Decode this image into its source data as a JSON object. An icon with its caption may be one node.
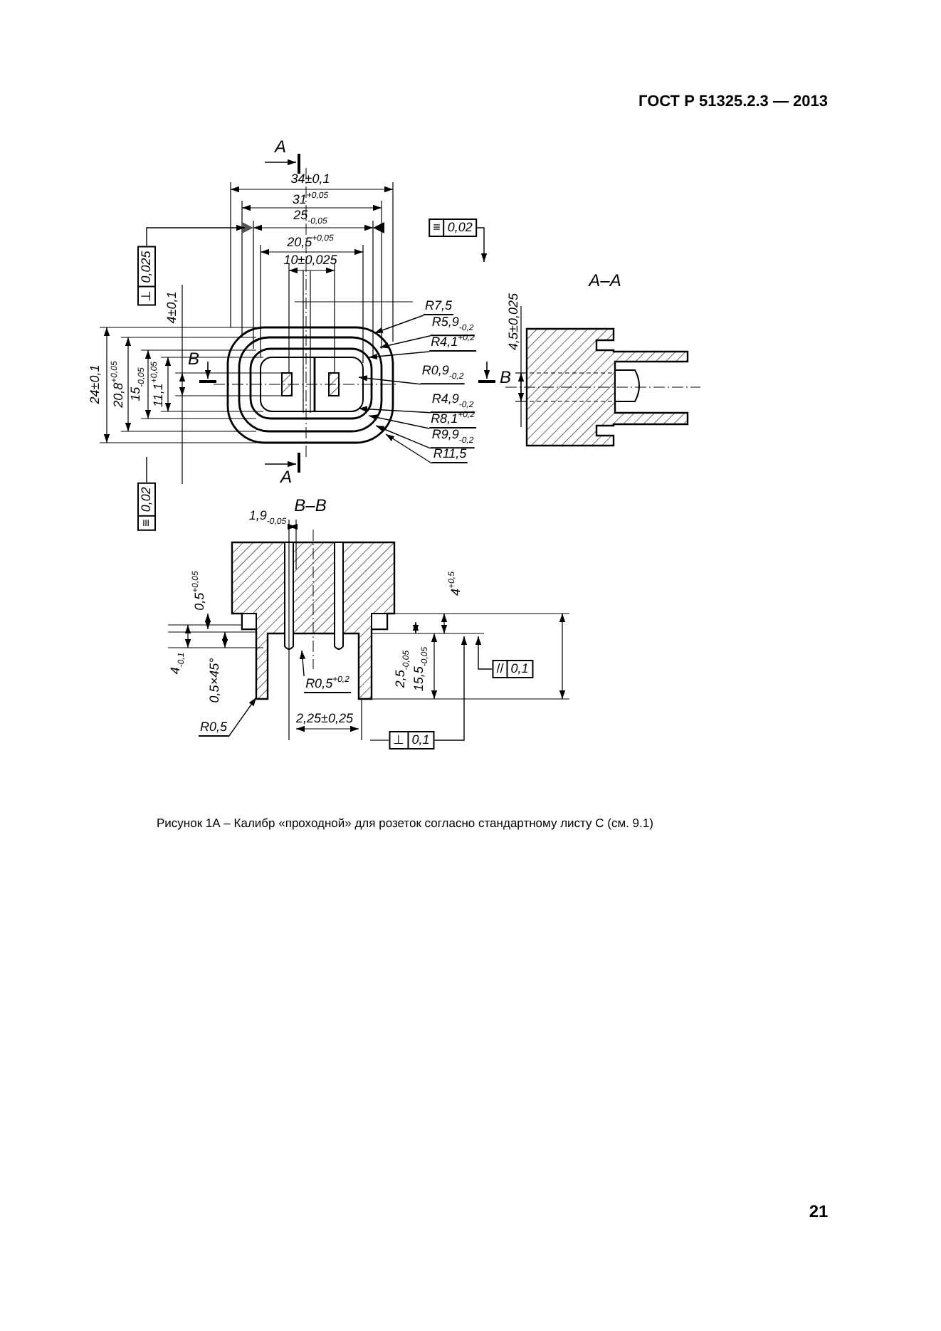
{
  "diagram": {
    "caption": "Рисунок 1А – Калибр «проходной» для розеток согласно стандартному листу С (см. 9.1)",
    "nodes": [
      {
        "text": [
          "R7,5"
        ]
      },
      {
        "text": [
          "R5,9$_{-0,2}$"
        ]
      },
      {
        "text": [
          "R4,1$^{+0,2}$"
        ]
      },
      {
        "text": [
          "R0,9$_{-0,2}$"
        ]
      },
      {
        "text": [
          "R4,9$_{-0,2}$"
        ]
      },
      {
        "text": [
          "R8,1$^{+0,2}$"
        ]
      },
      {
        "text": [
          "R9,9$_{-0,2}$"
        ]
      },
      {
        "text": [
          "R11,5"
        ]
      },
      {
        "text": [
          "⊥",
          "0,025"
        ]
      },
      {
        "text": [
          "≡",
          "0,02"
        ]
      },
      {
        "text": [
          "≡",
          "0,02"
        ]
      },
      {
        "text": [
          "//",
          "0,1"
        ]
      },
      {
        "text": [
          "R0,5$^{+0,2}$"
        ]
      },
      {
        "text": [
          "R0,5"
        ]
      },
      {
        "text": [
          "⊥",
          "0,1"
        ]
      }
    ],
    "edges": [
      {
        "from": 0,
        "to": null,
        "arrow": "to"
      },
      {
        "from": 1,
        "to": null,
        "arrow": "to"
      },
      {
        "from": 2,
        "to": null,
        "arrow": "to"
      },
      {
        "from": 3,
        "to": null,
        "arrow": "to"
      },
      {
        "from": 4,
        "to": null,
        "arrow": "to"
      },
      {
        "from": 5,
        "to": null,
        "arrow": "to"
      },
      {
        "from": 6,
        "to": null,
        "arrow": "to"
      },
      {
        "from": 7,
        "to": null,
        "arrow": "to"
      },
      {
        "from": 8,
        "to": null,
        "arrow": "to"
      },
      {
        "from": 9,
        "to": null,
        "arrow": "to"
      },
      {
        "from": 10,
        "to": null,
        "arrow": "none"
      },
      {
        "from": 11,
        "to": null,
        "arrow": "to"
      },
      {
        "from": 12,
        "to": null,
        "arrow": "to"
      },
      {
        "from": 13,
        "to": null,
        "arrow": "to"
      },
      {
        "from": 14,
        "to": null,
        "arrow": "to"
      }
    ],
    "labels": [
      "ГОСТ Р 51325.2.3 — 2013",
      "A",
      "34±0,1",
      "31$^{+0,05}$",
      "25$_{-0,05}$",
      "20,5$^{+0,05}$",
      "10±0,025",
      "A–A",
      "4±0,1",
      "4,5±0,025",
      "24±0,1",
      "20,8$^{+0,05}$",
      "15$_{-0,05}$",
      "11,1$^{+0,05}$",
      "B",
      "B",
      "A",
      "B–B",
      "1,9$_{-0,05}$",
      "0,5$^{+0,05}$",
      "4$^{+0,5}$",
      "4$_{-0,1}$",
      "0,5×45°",
      "2,5$_{-0,05}$",
      "15,5$_{-0,05}$",
      "2,25±0,25",
      "21"
    ]
  }
}
